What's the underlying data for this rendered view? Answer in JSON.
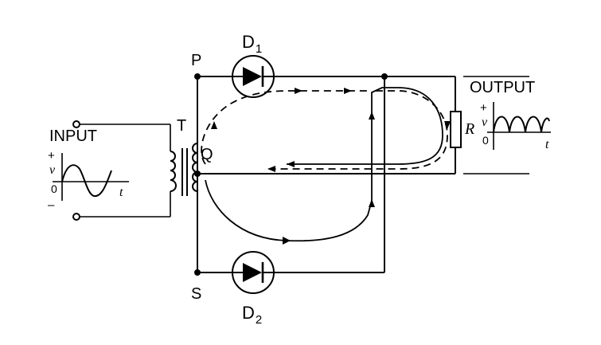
{
  "labels": {
    "d1_main": "D",
    "d1_sub": "1",
    "d2_main": "D",
    "d2_sub": "2",
    "p": "P",
    "q": "Q",
    "s": "S",
    "t": "T",
    "r": "R",
    "input": "INPUT",
    "output": "OUTPUT"
  },
  "input_graph": {
    "plus": "+",
    "v": "v",
    "zero": "0",
    "minus": "–",
    "t": "t"
  },
  "output_graph": {
    "plus": "+",
    "v": "v",
    "zero": "0",
    "t": "t"
  },
  "icons": {
    "diode": "diode-icon",
    "transformer": "transformer-icon",
    "resistor": "resistor-icon"
  },
  "colors": {
    "ink": "#000000",
    "background": "#ffffff"
  }
}
